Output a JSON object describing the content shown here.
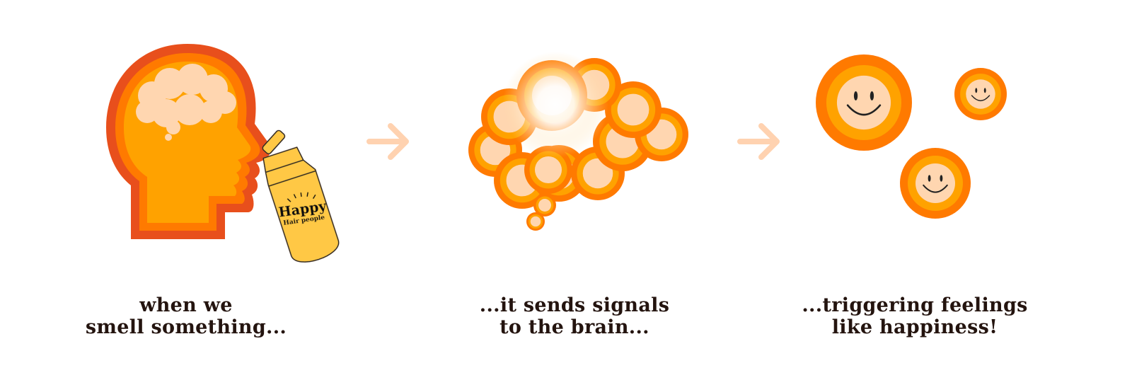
{
  "steps": [
    {
      "caption_line1": "when we",
      "caption_line2": "smell something..."
    },
    {
      "caption_line1": "...it sends signals",
      "caption_line2": "to the brain..."
    },
    {
      "caption_line1": "...triggering feelings",
      "caption_line2": "like happiness!"
    }
  ],
  "bottle": {
    "brand_line1": "Happy",
    "brand_line2": "Hair people"
  },
  "colors": {
    "outer": "#e8501a",
    "mid": "#ff7a00",
    "inner": "#ffa200",
    "pale": "#ffd6b0",
    "bottle": "#ffc845",
    "text": "#24140f"
  }
}
